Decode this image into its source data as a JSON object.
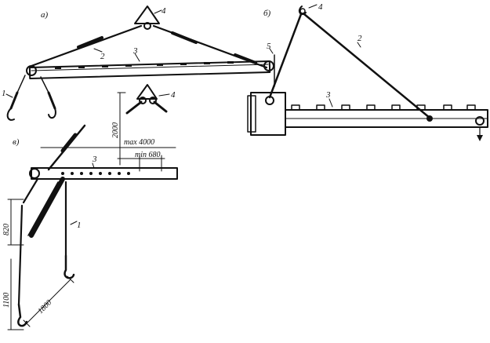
{
  "figure": {
    "labels": {
      "part_a": "a)",
      "part_b": "б)",
      "part_c": "в)"
    },
    "callouts_a": [
      "1",
      "2",
      "3",
      "4"
    ],
    "callouts_b": [
      "2",
      "3",
      "4",
      "5"
    ],
    "callouts_c": [
      "1",
      "3"
    ],
    "detail_callout": "4",
    "dimensions": {
      "height": "2000",
      "max_span": "max 4000",
      "min_span": "min 680",
      "sling_a": "820",
      "sling_b": "1100",
      "sling_c": "1800"
    },
    "colors": {
      "ink": "#111111",
      "background": "#ffffff"
    }
  }
}
